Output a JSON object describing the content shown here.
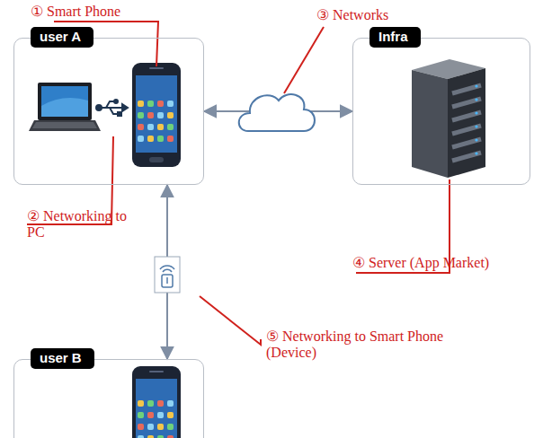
{
  "diagram": {
    "nodes": [
      {
        "text": [
          "user A"
        ]
      },
      {
        "text": [
          "Infra"
        ]
      },
      {
        "text": [
          "user B"
        ]
      }
    ],
    "edges": [
      {
        "from": 0,
        "to": 1,
        "arrow": "both"
      },
      {
        "from": 0,
        "to": 2,
        "arrow": "both"
      }
    ],
    "labels": [
      "① Smart Phone",
      "② Networking to PC",
      "③ Networks",
      "④ Server (App Market)",
      "⑤ Networking to Smart Phone (Device)"
    ]
  }
}
